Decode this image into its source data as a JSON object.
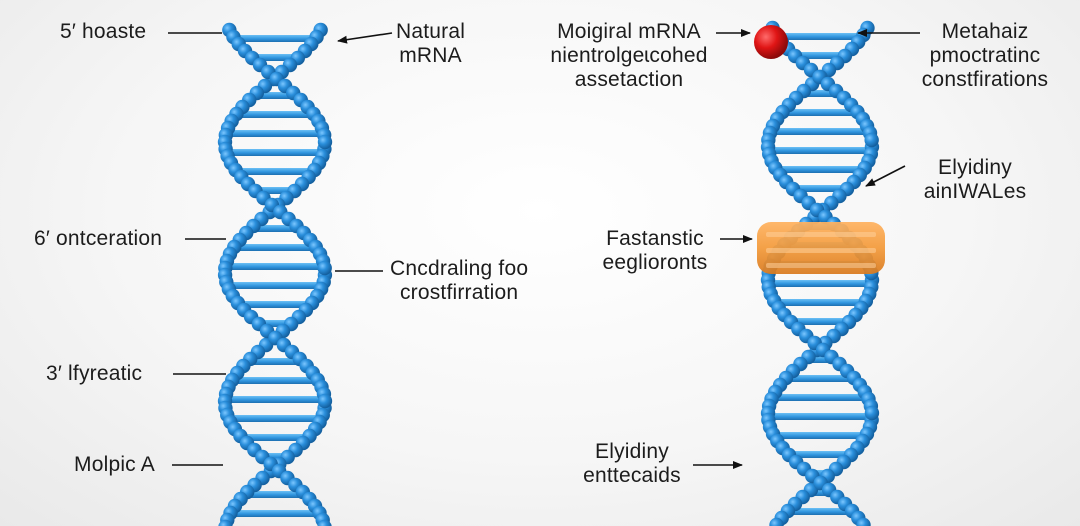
{
  "colors": {
    "strand": "#2a8fdc",
    "strand_dark": "#1a6fb8",
    "rung": "#39a0e6",
    "highlight_band": "#f39a3a",
    "marker_red": "#e01515",
    "arrow": "#111111"
  },
  "left_helix": {
    "labels": {
      "five_prime": "5′ hoaste",
      "natural_mrna": [
        "Natural",
        "mRNA"
      ],
      "six_prime": "6′ ontceration",
      "encoding": [
        "Cncdraling foo",
        "crostfirration"
      ],
      "three_prime": "3′ lfyreatic",
      "molpic": "Molpic A"
    }
  },
  "right_helix": {
    "labels": {
      "modified_mrna": [
        "Moigiral mRNA",
        "nientrolgeɩcohed",
        "assetaction"
      ],
      "metahaiz": [
        "Metahaiz",
        "pmoctratinc",
        "constfirations"
      ],
      "elyidiny_top": [
        "Elyidiny",
        "ainIWALes"
      ],
      "fastanstic": [
        "Fastanstic",
        "eeglioronts"
      ],
      "elyidiny_bottom": [
        "Elyidiny",
        "enttecaids"
      ]
    }
  }
}
